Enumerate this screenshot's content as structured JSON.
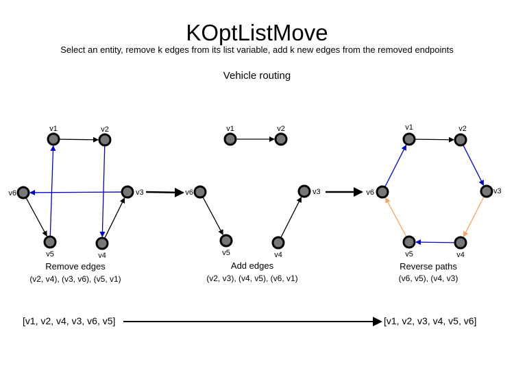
{
  "title": "KOptListMove",
  "subtitle": "Select an entity, remove k edges from its list variable, add k new edges from the removed endpoints",
  "section_label": "Vehicle routing",
  "colors": {
    "node_fill": "#777777",
    "node_stroke": "#000000",
    "edge": "#000000",
    "removed_edge": "#0000cc",
    "reversed_edge": "#f4a460"
  },
  "panels": [
    {
      "caption": "Remove edges",
      "detail": "(v2, v4), (v3, v6), (v5, v1)",
      "nodes": [
        {
          "id": "v1",
          "label": "v1"
        },
        {
          "id": "v2",
          "label": "v2"
        },
        {
          "id": "v3",
          "label": "v3"
        },
        {
          "id": "v4",
          "label": "v4"
        },
        {
          "id": "v5",
          "label": "v5"
        },
        {
          "id": "v6",
          "label": "v6"
        }
      ],
      "edges": [
        {
          "from": "v1",
          "to": "v2",
          "kind": "edge"
        },
        {
          "from": "v2",
          "to": "v4",
          "kind": "removed_edge"
        },
        {
          "from": "v4",
          "to": "v3",
          "kind": "edge"
        },
        {
          "from": "v3",
          "to": "v6",
          "kind": "removed_edge"
        },
        {
          "from": "v6",
          "to": "v5",
          "kind": "edge"
        },
        {
          "from": "v5",
          "to": "v1",
          "kind": "removed_edge"
        }
      ]
    },
    {
      "caption": "Add edges",
      "detail": "(v2, v3), (v4, v5), (v6, v1)",
      "nodes": [
        {
          "id": "v1",
          "label": "v1"
        },
        {
          "id": "v2",
          "label": "v2"
        },
        {
          "id": "v3",
          "label": "v3"
        },
        {
          "id": "v4",
          "label": "v4"
        },
        {
          "id": "v5",
          "label": "v5"
        },
        {
          "id": "v6",
          "label": "v6"
        }
      ],
      "edges": [
        {
          "from": "v1",
          "to": "v2",
          "kind": "edge"
        },
        {
          "from": "v6",
          "to": "v5",
          "kind": "edge"
        },
        {
          "from": "v4",
          "to": "v3",
          "kind": "edge"
        }
      ]
    },
    {
      "caption": "Reverse paths",
      "detail": "(v6, v5), (v4, v3)",
      "nodes": [
        {
          "id": "v1",
          "label": "v1"
        },
        {
          "id": "v2",
          "label": "v2"
        },
        {
          "id": "v3",
          "label": "v3"
        },
        {
          "id": "v4",
          "label": "v4"
        },
        {
          "id": "v5",
          "label": "v5"
        },
        {
          "id": "v6",
          "label": "v6"
        }
      ],
      "edges": [
        {
          "from": "v1",
          "to": "v2",
          "kind": "edge"
        },
        {
          "from": "v2",
          "to": "v3",
          "kind": "removed_edge"
        },
        {
          "from": "v3",
          "to": "v4",
          "kind": "reversed_edge"
        },
        {
          "from": "v4",
          "to": "v5",
          "kind": "removed_edge"
        },
        {
          "from": "v5",
          "to": "v6",
          "kind": "reversed_edge"
        },
        {
          "from": "v6",
          "to": "v1",
          "kind": "removed_edge"
        }
      ]
    }
  ],
  "list_before": "[v1, v2, v4, v3, v6, v5]",
  "list_after": "[v1, v2, v3, v4, v5, v6]"
}
